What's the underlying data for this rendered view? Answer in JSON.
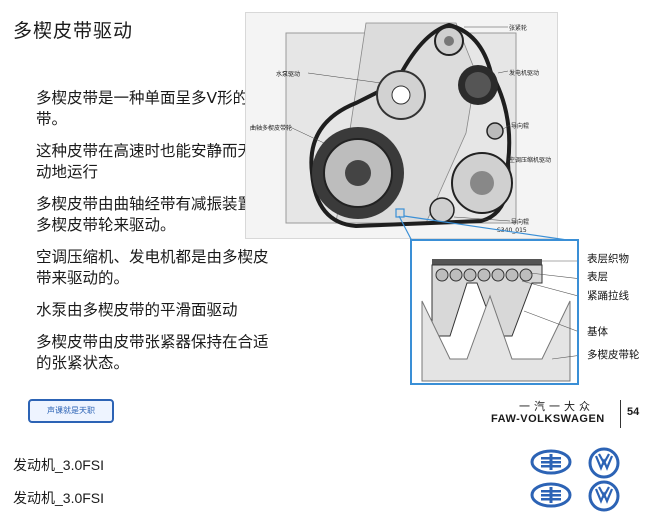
{
  "title": "多楔皮带驱动",
  "bullets": [
    "多楔皮带是一种单面呈多V形的皮带。",
    "这种皮带在高速时也能安静而无振动地运行",
    "多楔皮带由曲轴经带有减振装置的多楔皮带轮来驱动。",
    "空调压缩机、发电机都是由多楔皮带来驱动的。",
    "水泵由多楔皮带的平滑面驱动",
    "多楔皮带由皮带张紧器保持在合适的张紧状态。"
  ],
  "diagram": {
    "labels": {
      "tensioner": "张紧轮",
      "water_pump": "水泵驱动",
      "alternator": "发电机驱动",
      "crank_pulley": "曲轴多楔皮带轮",
      "idler_top": "导向辊",
      "ac_compressor": "空调压缩机驱动",
      "idler_bottom": "导向辊",
      "code": "S340_015"
    }
  },
  "inset": {
    "labels": {
      "fabric": "表层织物",
      "surface": "表层",
      "cord": "紧踊拉线",
      "base": "基体",
      "belt": "多楔皮带轮"
    }
  },
  "badge": "声课就是天职",
  "brand": {
    "cn": "一汽一大众",
    "en": "FAW-VOLKSWAGEN"
  },
  "page_number": "54",
  "footer": [
    "发动机_3.0FSI",
    "发动机_3.0FSI"
  ],
  "colors": {
    "frame": "#3a8fd6",
    "brand_blue": "#2c63b5"
  }
}
